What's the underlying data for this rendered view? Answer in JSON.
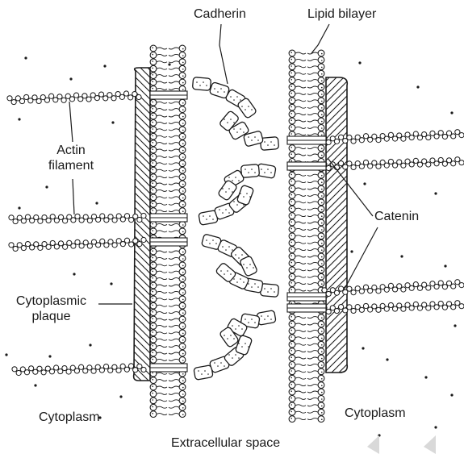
{
  "labels": {
    "cadherin": "Cadherin",
    "lipid_bilayer": "Lipid bilayer",
    "actin_line1": "Actin",
    "actin_line2": "filament",
    "catenin": "Catenin",
    "plaque_line1": "Cytoplasmic",
    "plaque_line2": "plaque",
    "cytoplasm_left": "Cytoplasm",
    "cytoplasm_right": "Cytoplasm",
    "extracellular_space": "Extracellular space"
  },
  "colors": {
    "ink": "#1a1a1a",
    "fill": "#ffffff",
    "watermark": "#d9d9d9"
  }
}
